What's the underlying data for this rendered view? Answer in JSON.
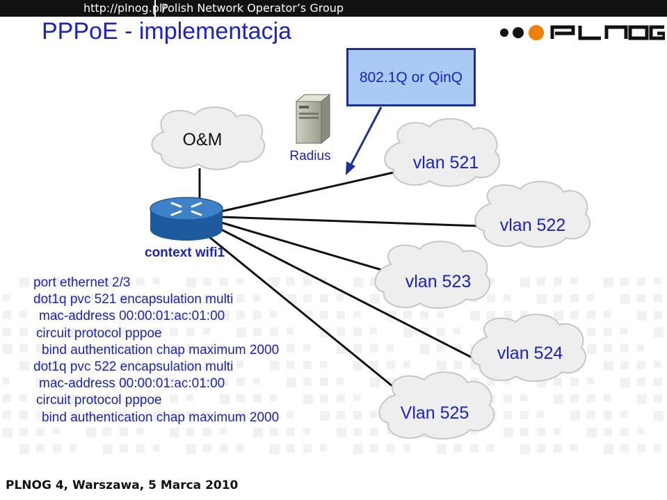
{
  "header": {
    "url": "http://plnog.pl/",
    "org": "Polish Network Operator’s Group"
  },
  "title": "PPPoE - implementacja",
  "logo": {
    "text": "PLNOG",
    "dot_colors": [
      "#111111",
      "#111111",
      "#f07f09"
    ]
  },
  "diagram": {
    "callout": "802.1Q or QinQ",
    "om_cloud": "O&M",
    "radius_label": "Radius",
    "context_label": "context wifi1",
    "vlans": [
      "vlan 521",
      "vlan 522",
      "vlan 523",
      "vlan 524",
      "Vlan 525"
    ]
  },
  "config": [
    "port ethernet 2/3",
    "dot1q pvc 521 encapsulation multi",
    "mac-address 00:00:01:ac:01:00",
    "circuit protocol pppoe",
    "bind authentication chap maximum 2000",
    "dot1q pvc 522 encapsulation multi",
    "mac-address 00:00:01:ac:01:00",
    "circuit protocol pppoe",
    "bind authentication chap maximum 2000"
  ],
  "footer": "PLNOG 4, Warszawa, 5 Marca 2010",
  "colors": {
    "text_blue": "#1a22c8",
    "callout_fill": "#a8caf3",
    "callout_border": "#1b2f9c",
    "cloud_fill": "#eeeeee",
    "router_blue": "#2d6fb7",
    "accent_orange": "#f07f09"
  }
}
